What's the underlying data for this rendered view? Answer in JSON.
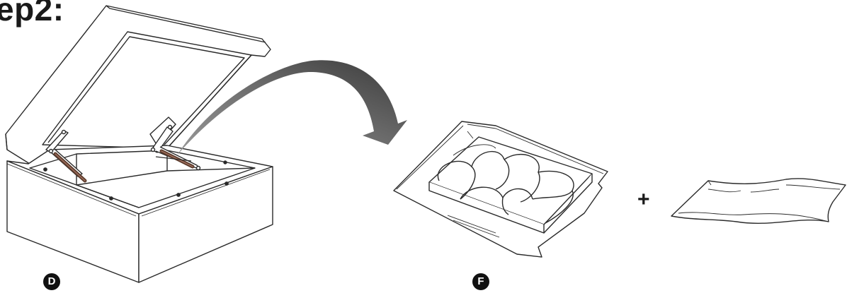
{
  "step_title": "ep2:",
  "labels": {
    "ottoman": "D",
    "cushion": "F",
    "plus": "+"
  },
  "colors": {
    "line": "#2a2a2a",
    "arrow_dark": "#3c3c3c",
    "arrow_light": "#8a8a8a",
    "strut": "#5a3a2a",
    "badge": "#111111"
  }
}
